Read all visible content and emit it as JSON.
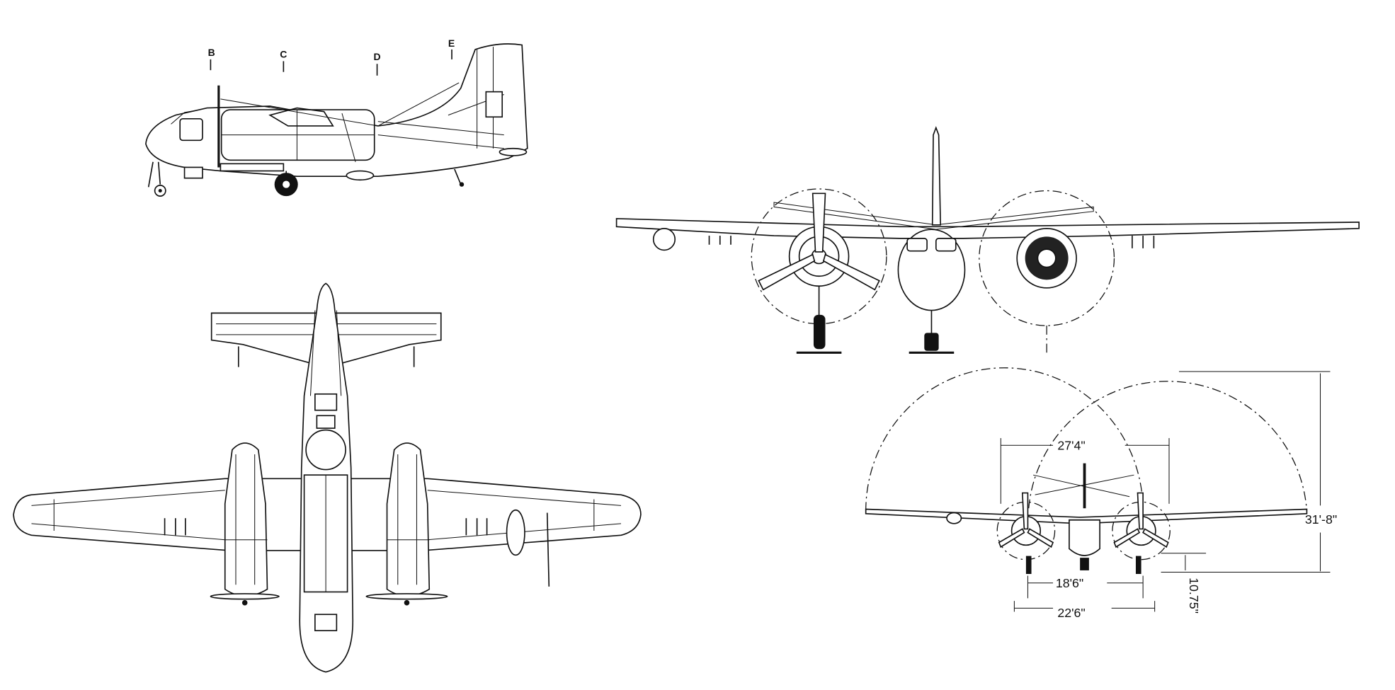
{
  "side_view": {
    "station_labels": [
      "B",
      "C",
      "D",
      "E"
    ]
  },
  "dimensions": {
    "prop_clearance_width": "27'4\"",
    "folded_height": "31'-8\"",
    "main_gear_track": "18'6\"",
    "ground_clearance": "10.75\"",
    "folded_span_partial": "22'6\""
  },
  "colors": {
    "ink": "#111111",
    "paper": "#ffffff"
  }
}
